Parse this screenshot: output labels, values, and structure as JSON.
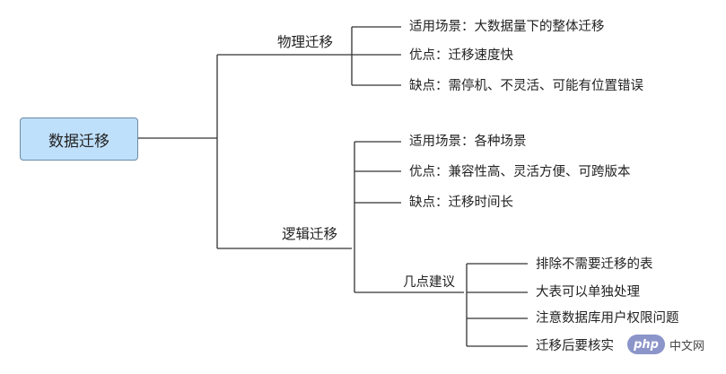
{
  "root": {
    "label": "数据迁移"
  },
  "branches": {
    "physical": {
      "label": "物理迁移",
      "items": [
        "适用场景：大数据量下的整体迁移",
        "优点：迁移速度快",
        "缺点：需停机、不灵活、可能有位置错误"
      ]
    },
    "logical": {
      "label": "逻辑迁移",
      "items": [
        "适用场景：各种场景",
        "优点：兼容性高、灵活方便、可跨版本",
        "缺点：迁移时间长"
      ],
      "suggestions": {
        "label": "几点建议",
        "items": [
          "排除不需要迁移的表",
          "大表可以单独处理",
          "注意数据库用户权限问题",
          "迁移后要核实"
        ]
      }
    }
  },
  "watermark": {
    "logo_text": "php",
    "site_text": "中文网"
  },
  "colors": {
    "line": "#333333",
    "root_fill": "#bfe0fb",
    "root_border": "#6b8aa6"
  }
}
